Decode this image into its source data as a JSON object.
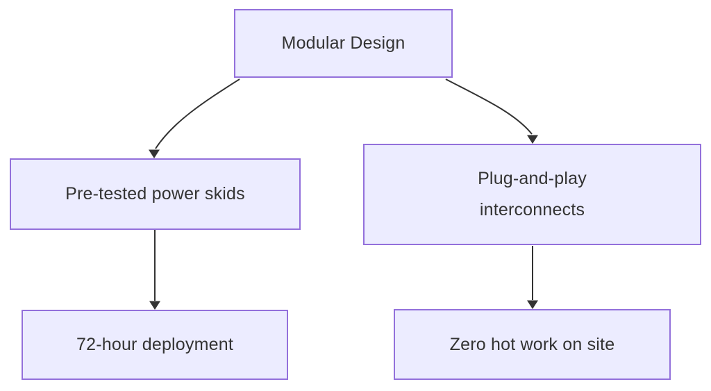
{
  "diagram_type": "flowchart-top-down",
  "colors": {
    "node_fill": "#ececff",
    "node_border": "#9370db",
    "edge_stroke": "#333333",
    "text": "#333333",
    "background": "#ffffff"
  },
  "nodes": {
    "root": {
      "label": "Modular Design"
    },
    "skids": {
      "label": "Pre-tested power skids"
    },
    "interconnects": {
      "label": "Plug-and-play interconnects",
      "line1": "Plug-and-play",
      "line2": "interconnects"
    },
    "deployment": {
      "label": "72-hour deployment"
    },
    "hotwork": {
      "label": "Zero hot work on site"
    }
  },
  "edges": [
    {
      "from": "Modular Design",
      "to": "Pre-tested power skids"
    },
    {
      "from": "Modular Design",
      "to": "Plug-and-play interconnects"
    },
    {
      "from": "Pre-tested power skids",
      "to": "72-hour deployment"
    },
    {
      "from": "Plug-and-play interconnects",
      "to": "Zero hot work on site"
    }
  ]
}
